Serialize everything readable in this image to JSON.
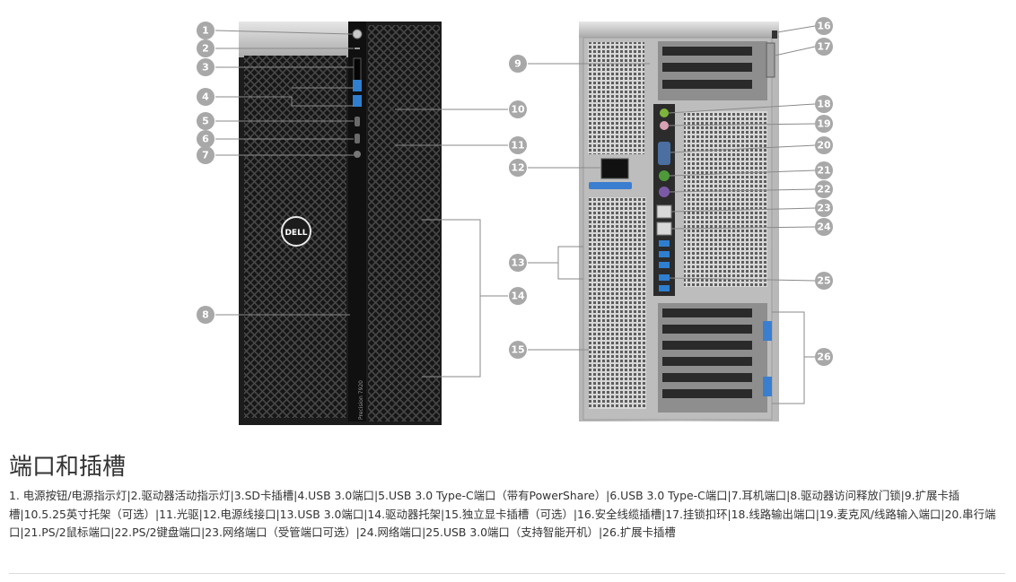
{
  "front_view": {
    "brand_logo": "DELL",
    "model_label": "Precision 7920"
  },
  "callouts": [
    "1",
    "2",
    "3",
    "4",
    "5",
    "6",
    "7",
    "8",
    "9",
    "10",
    "11",
    "12",
    "13",
    "14",
    "15",
    "16",
    "17",
    "18",
    "19",
    "20",
    "21",
    "22",
    "23",
    "24",
    "25",
    "26"
  ],
  "section": {
    "title": "端口和插槽",
    "description": "1. 电源按钮/电源指示灯|2.驱动器活动指示灯|3.SD卡插槽|4.USB 3.0端口|5.USB 3.0 Type-C端口（带有PowerShare）|6.USB 3.0 Type-C端口|7.耳机端口|8.驱动器访问释放门锁|9.扩展卡插槽|10.5.25英寸托架（可选）|11.光驱|12.电源线接口|13.USB 3.0端口|14.驱动器托架|15.独立显卡插槽（可选）|16.安全线缆插槽|17.挂锁扣环|18.线路输出端口|19.麦克风/线路输入端口|20.串行端口|21.PS/2鼠标端口|22.PS/2键盘端口|23.网络端口（受管端口可选）|24.网络端口|25.USB 3.0端口（支持智能开机）|26.扩展卡插槽"
  },
  "colors": {
    "chassis_black": "#1b1b1b",
    "chassis_silver": "#c9c9c9",
    "callout_grey": "#a8a8a8",
    "usb_blue": "#2f7fd0",
    "ps2_green": "#4e9a3a",
    "ps2_purple": "#7a5aa6",
    "audio_green": "#7db53b"
  }
}
